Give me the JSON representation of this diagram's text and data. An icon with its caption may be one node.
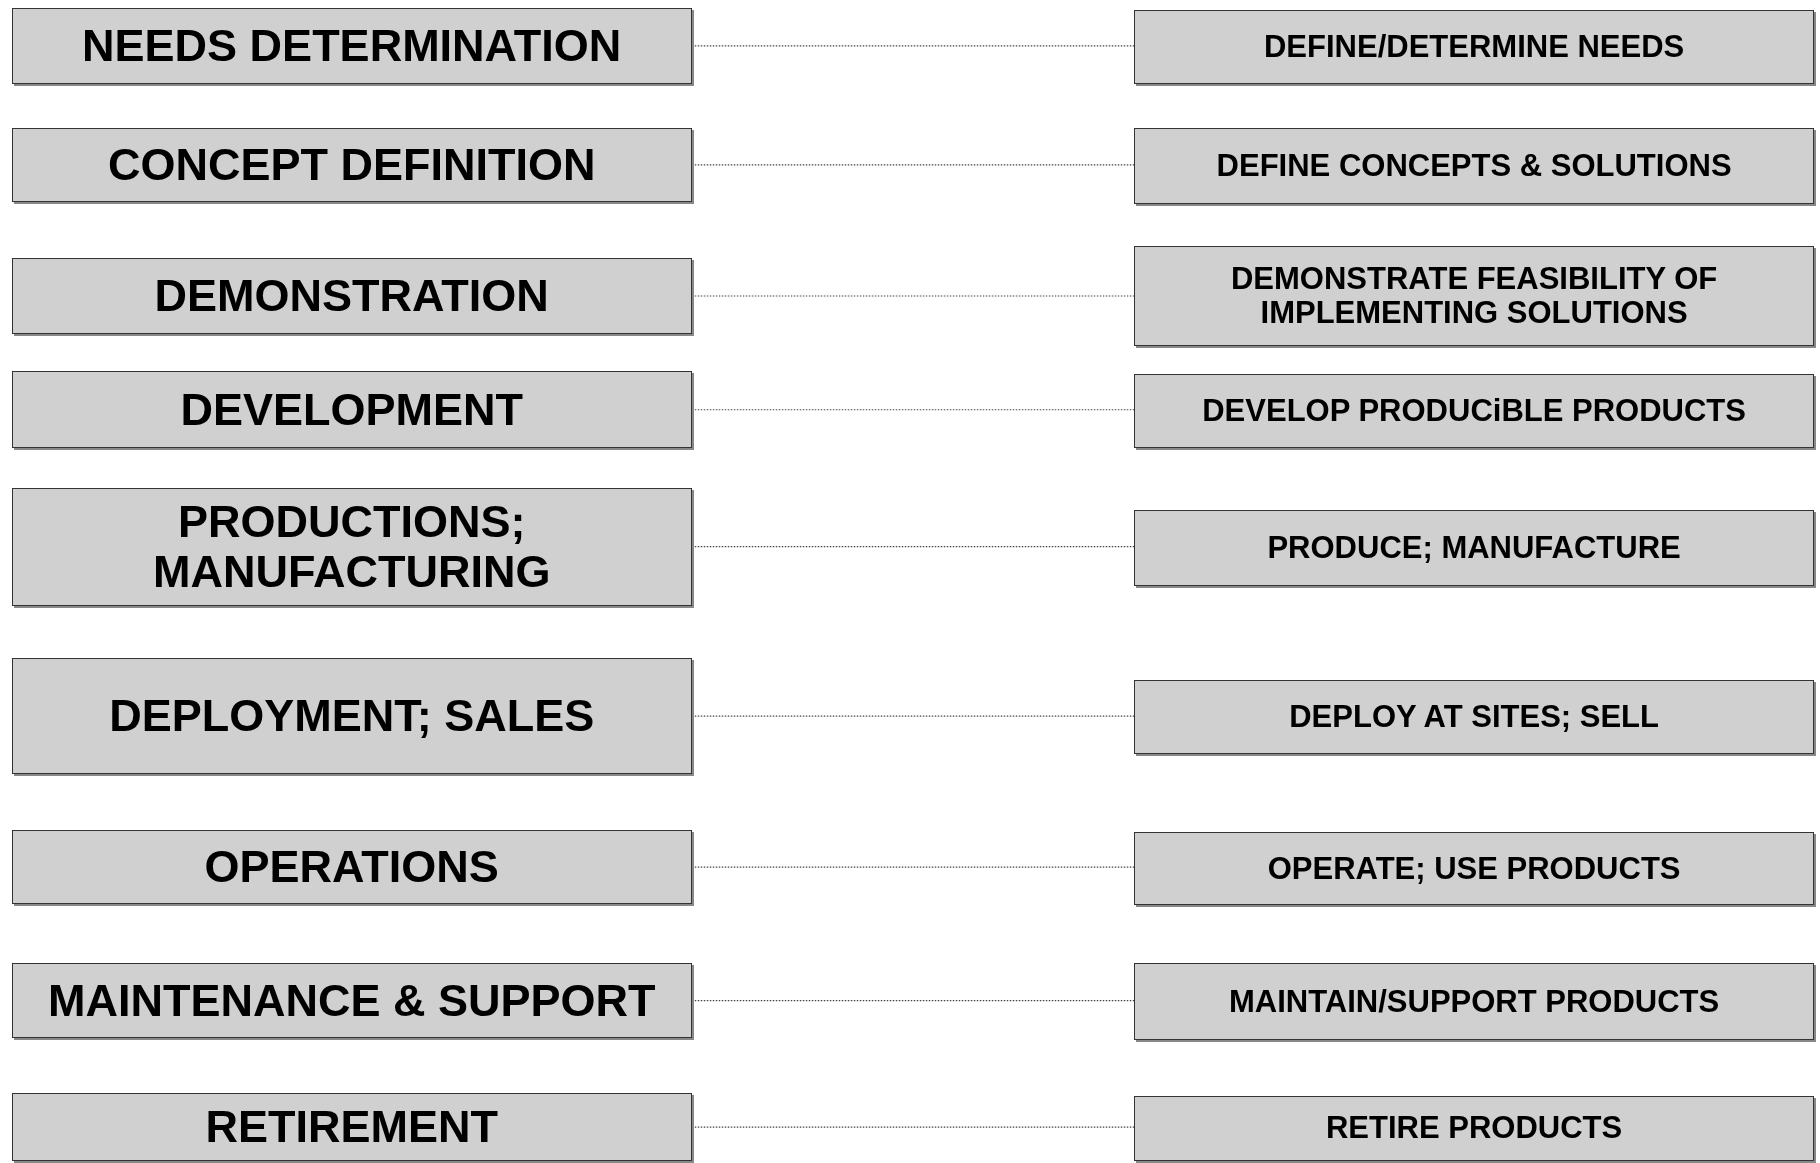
{
  "diagram": {
    "nodes": [
      {
        "text": [
          "NEEDS DETERMINATION"
        ]
      },
      {
        "text": [
          "CONCEPT DEFINITION"
        ]
      },
      {
        "text": [
          "DEMONSTRATION"
        ]
      },
      {
        "text": [
          "DEVELOPMENT"
        ]
      },
      {
        "text": [
          "PRODUCTIONS; MANUFACTURING"
        ]
      },
      {
        "text": [
          "DEPLOYMENT; SALES"
        ]
      },
      {
        "text": [
          "OPERATIONS"
        ]
      },
      {
        "text": [
          "MAINTENANCE & SUPPORT"
        ]
      },
      {
        "text": [
          "RETIREMENT"
        ]
      },
      {
        "text": [
          "DEFINE/DETERMINE NEEDS"
        ]
      },
      {
        "text": [
          "DEFINE CONCEPTS & SOLUTIONS"
        ]
      },
      {
        "text": [
          "DEMONSTRATE FEASIBILITY OF IMPLEMENTING SOLUTIONS"
        ]
      },
      {
        "text": [
          "DEVELOP PRODUCiBLE PRODUCTS"
        ]
      },
      {
        "text": [
          "PRODUCE; MANUFACTURE"
        ]
      },
      {
        "text": [
          "DEPLOY AT SITES; SELL"
        ]
      },
      {
        "text": [
          "OPERATE; USE PRODUCTS"
        ]
      },
      {
        "text": [
          "MAINTAIN/SUPPORT PRODUCTS"
        ]
      },
      {
        "text": [
          "RETIRE PRODUCTS"
        ]
      }
    ],
    "edges": [
      {
        "from": 0,
        "to": 9,
        "arrow": "none",
        "style": "dashed"
      },
      {
        "from": 1,
        "to": 10,
        "arrow": "none",
        "style": "dashed"
      },
      {
        "from": 2,
        "to": 11,
        "arrow": "none",
        "style": "dashed"
      },
      {
        "from": 3,
        "to": 12,
        "arrow": "none",
        "style": "dashed"
      },
      {
        "from": 4,
        "to": 13,
        "arrow": "none",
        "style": "dashed"
      },
      {
        "from": 5,
        "to": 14,
        "arrow": "none",
        "style": "dashed"
      },
      {
        "from": 6,
        "to": 15,
        "arrow": "none",
        "style": "dashed"
      },
      {
        "from": 7,
        "to": 16,
        "arrow": "none",
        "style": "dashed"
      },
      {
        "from": 8,
        "to": 17,
        "arrow": "none",
        "style": "dashed"
      }
    ]
  }
}
